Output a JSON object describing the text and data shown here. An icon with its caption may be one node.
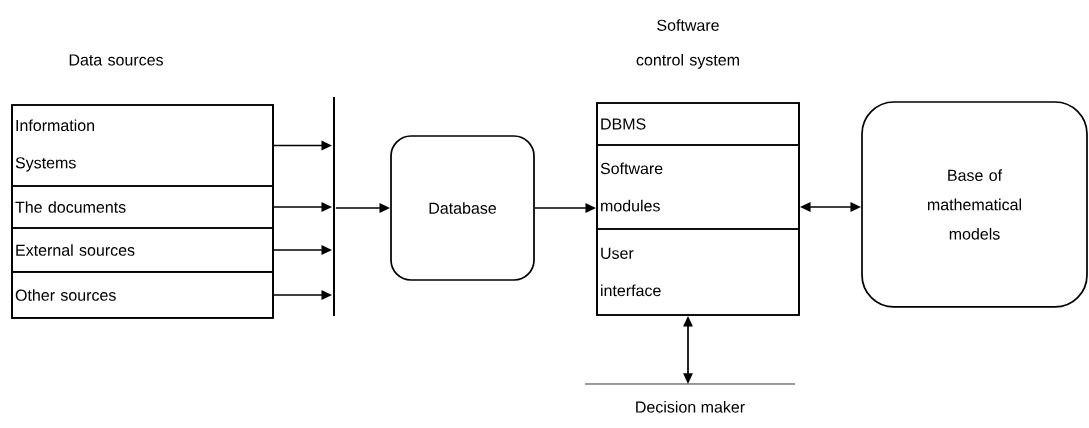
{
  "diagram": {
    "nodes": [
      {
        "text": [
          "Data sources"
        ]
      },
      {
        "text": [
          "Information Systems"
        ],
        "in": 0
      },
      {
        "text": [
          "The documents"
        ],
        "in": 0
      },
      {
        "text": [
          "External sources"
        ],
        "in": 0
      },
      {
        "text": [
          "Other sources"
        ],
        "in": 0
      },
      {
        "text": [],
        "shape": "bar"
      },
      {
        "text": [
          "Database"
        ]
      },
      {
        "text": [
          "Software control system"
        ]
      },
      {
        "text": [
          "DBMS"
        ],
        "in": 7
      },
      {
        "text": [
          "Software modules"
        ],
        "in": 7
      },
      {
        "text": [
          "User interface"
        ],
        "in": 7
      },
      {
        "text": [
          "Base of mathematical models"
        ]
      },
      {
        "text": [
          "Decision maker"
        ]
      }
    ],
    "edges": [
      {
        "from": 1,
        "to": 5,
        "arrow": "to"
      },
      {
        "from": 2,
        "to": 5,
        "arrow": "to"
      },
      {
        "from": 3,
        "to": 5,
        "arrow": "to"
      },
      {
        "from": 4,
        "to": 5,
        "arrow": "to"
      },
      {
        "from": 5,
        "to": 6,
        "arrow": "to"
      },
      {
        "from": 6,
        "to": 9,
        "arrow": "to"
      },
      {
        "from": 9,
        "to": 11,
        "arrow": "both"
      },
      {
        "from": 10,
        "to": 12,
        "arrow": "both"
      }
    ]
  }
}
